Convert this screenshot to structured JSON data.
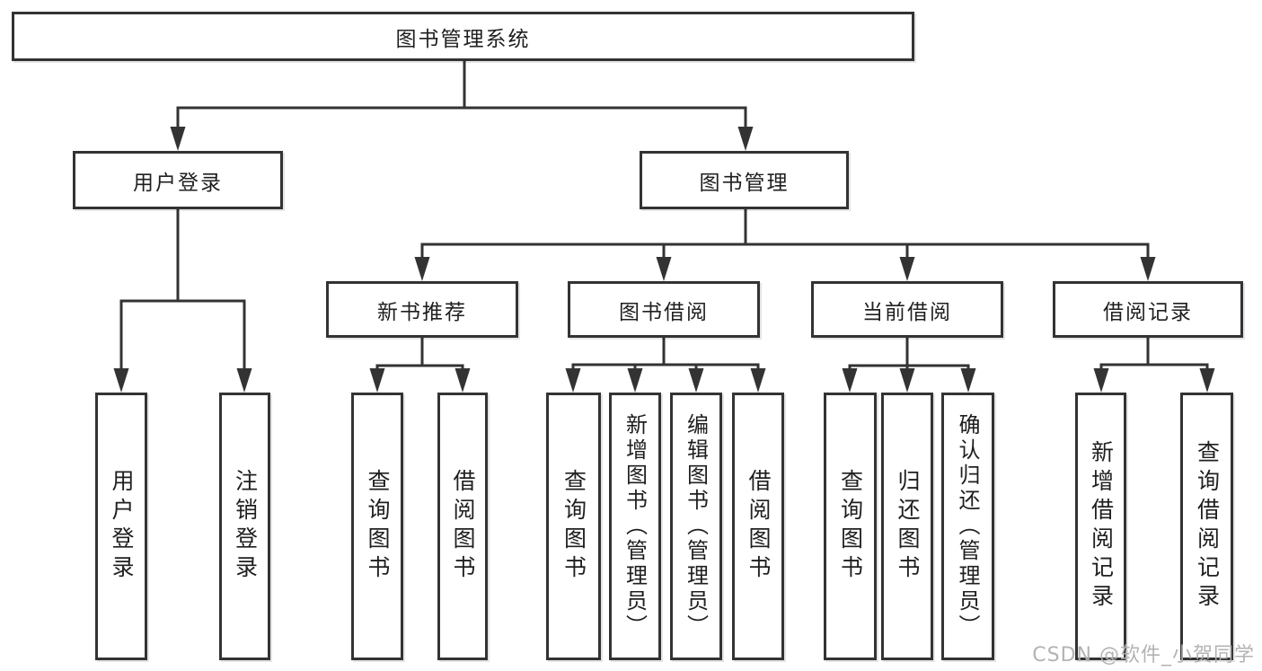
{
  "watermark": "CSDN @软件_小贺同学",
  "tree": {
    "label": "图书管理系统",
    "children": [
      {
        "label": "用户登录",
        "children": [
          {
            "label": "用户登录"
          },
          {
            "label": "注销登录"
          }
        ]
      },
      {
        "label": "图书管理",
        "children": [
          {
            "label": "新书推荐",
            "children": [
              {
                "label": "查询图书"
              },
              {
                "label": "借阅图书"
              }
            ]
          },
          {
            "label": "图书借阅",
            "children": [
              {
                "label": "查询图书"
              },
              {
                "label": "新增图书（管理员）"
              },
              {
                "label": "编辑图书（管理员）"
              },
              {
                "label": "借阅图书"
              }
            ]
          },
          {
            "label": "当前借阅",
            "children": [
              {
                "label": "查询图书"
              },
              {
                "label": "归还图书"
              },
              {
                "label": "确认归还（管理员）"
              }
            ]
          },
          {
            "label": "借阅记录",
            "children": [
              {
                "label": "新增借阅记录"
              },
              {
                "label": "查询借阅记录"
              }
            ]
          }
        ]
      }
    ]
  },
  "colors": {
    "line": "#333333",
    "text": "#1f1f1f",
    "watermark": "#afafaf"
  }
}
